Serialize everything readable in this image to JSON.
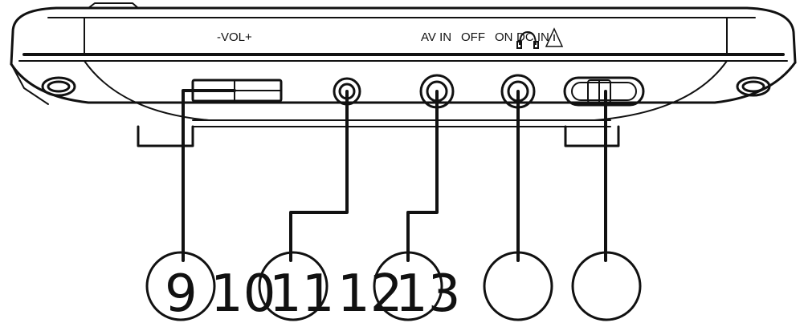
{
  "panel_labels": {
    "volume": "-VOL+",
    "av_in": "AV IN",
    "off": "OFF",
    "on": "ON",
    "dc_in": "DC IN"
  },
  "callout_numbers": [
    "9",
    "10",
    "11",
    "12",
    "13"
  ],
  "colors": {
    "line": "#111111",
    "background": "#ffffff"
  },
  "icons": [
    "headphones-icon",
    "warning-triangle-icon"
  ]
}
